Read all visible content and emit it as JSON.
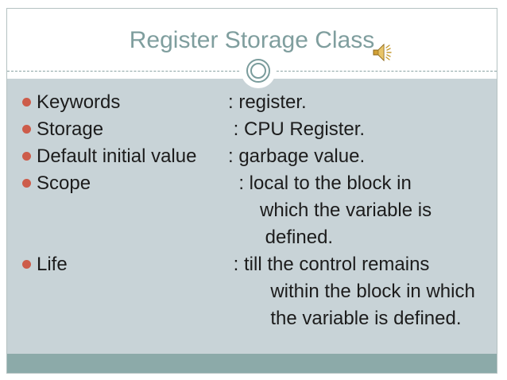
{
  "slide": {
    "title": "Register Storage Class",
    "rows": [
      {
        "label": "Keywords",
        "value": ": register."
      },
      {
        "label": "Storage",
        "value": " : CPU Register."
      },
      {
        "label": "Default initial value",
        "value": ": garbage value."
      },
      {
        "label": "Scope",
        "value": "  : local to the block in\n      which the variable is\n       defined."
      },
      {
        "label": "Life",
        "value": " : till the control remains\n        within the block in which\n        the variable is defined."
      }
    ]
  },
  "icons": {
    "audio": "speaker-with-sound-waves"
  },
  "colors": {
    "title_text": "#7f9e9e",
    "body_text": "#1c1c1c",
    "body_band": "#c8d3d7",
    "footer_band": "#8caaa9",
    "bullet": "#cd5c4a",
    "border": "#b5c2c2",
    "divider": "#8aa3a3",
    "ornament": "#7a9c9c",
    "audio_gold": "#d2a136",
    "audio_gold_dark": "#8a6414"
  }
}
